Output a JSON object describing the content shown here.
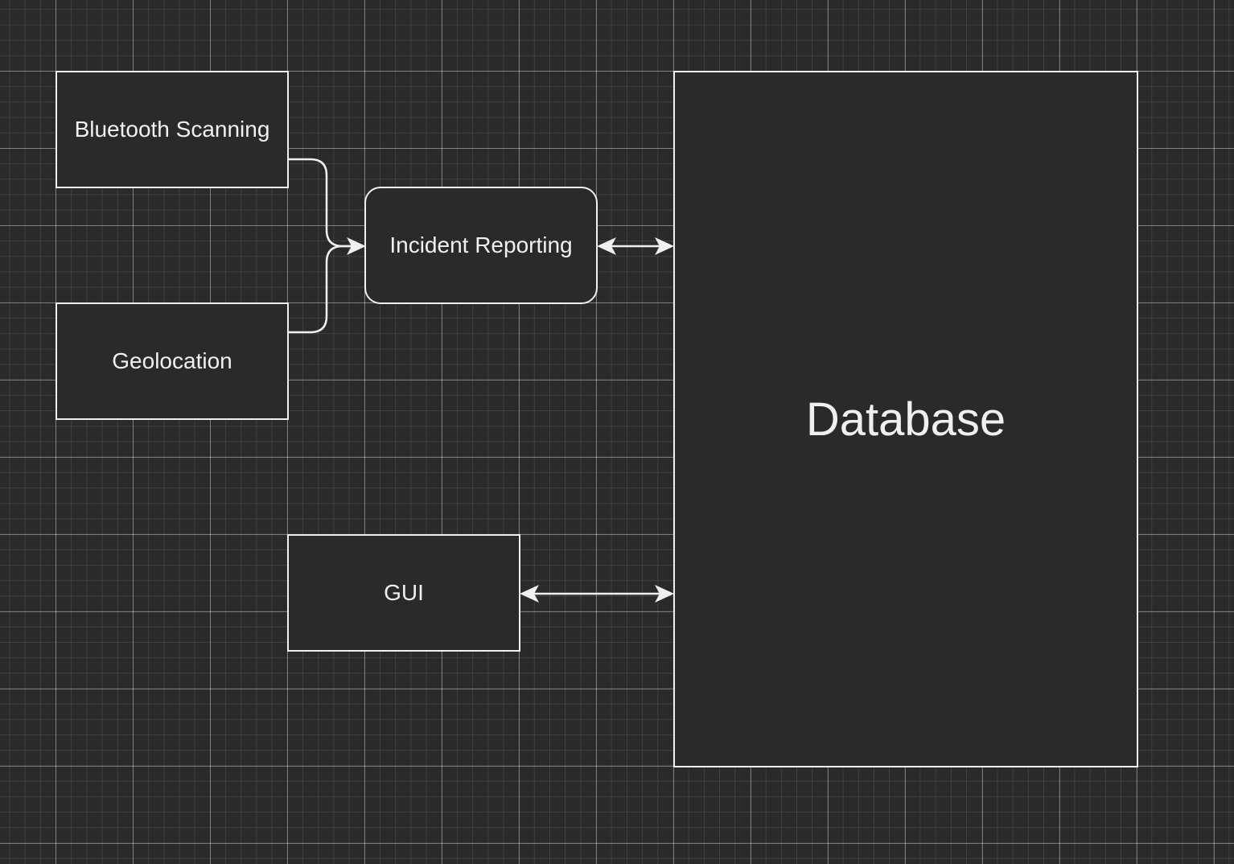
{
  "diagram": {
    "nodes": {
      "bluetooth": {
        "label": "Bluetooth Scanning",
        "shape": "rectangle"
      },
      "geolocation": {
        "label": "Geolocation",
        "shape": "rectangle"
      },
      "incident": {
        "label": "Incident Reporting",
        "shape": "rounded-rectangle"
      },
      "gui": {
        "label": "GUI",
        "shape": "rectangle"
      },
      "database": {
        "label": "Database",
        "shape": "rectangle"
      }
    },
    "edges": [
      {
        "from": "Bluetooth Scanning",
        "to": "Incident Reporting",
        "direction": "one-way"
      },
      {
        "from": "Geolocation",
        "to": "Incident Reporting",
        "direction": "one-way"
      },
      {
        "from": "Incident Reporting",
        "to": "Database",
        "direction": "two-way"
      },
      {
        "from": "GUI",
        "to": "Database",
        "direction": "two-way"
      }
    ],
    "colors": {
      "background": "#2a2a2a",
      "stroke": "#f0f0f0",
      "text": "#f0f0f0"
    }
  }
}
